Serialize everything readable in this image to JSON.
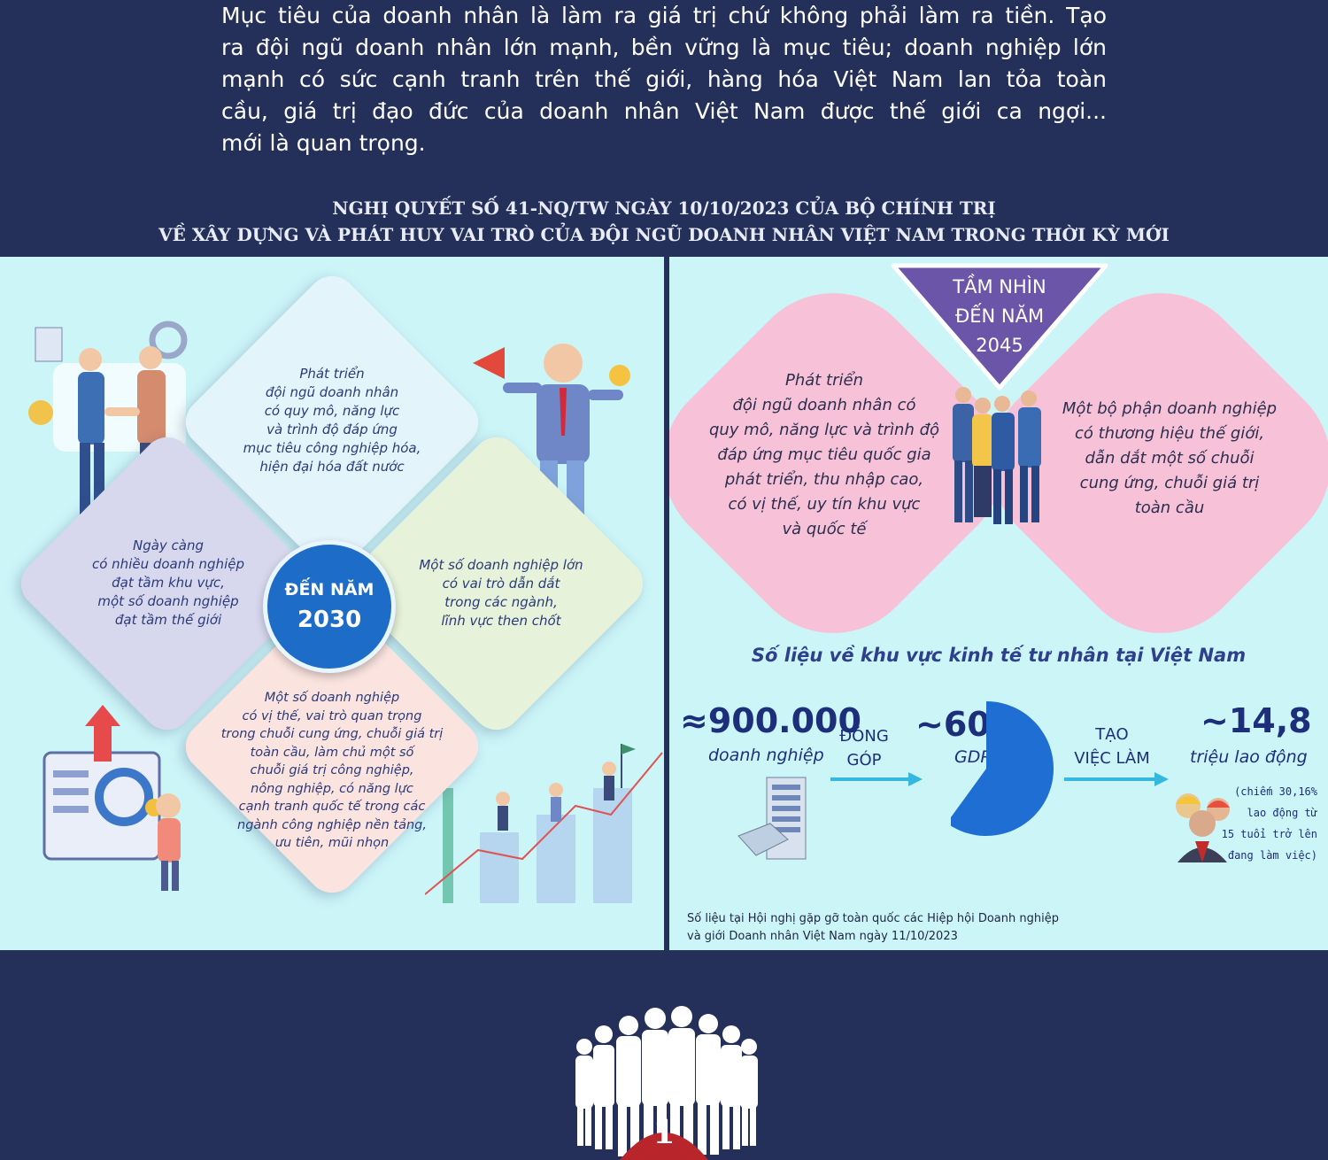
{
  "intro": {
    "lines": [
      "Mục tiêu của doanh nhân là làm ra giá trị chứ không phải làm ra tiền. Tạo",
      "ra đội ngũ doanh nhân lớn mạnh, bền vững là mục tiêu; doanh nghiệp lớn",
      "mạnh có sức cạnh tranh trên thế giới, hàng hóa Việt Nam lan tỏa toàn",
      "cầu, giá trị đạo đức của doanh nhân Việt Nam được thế giới ca ngợi...",
      "mới là quan trọng."
    ]
  },
  "resolution": {
    "line1": "NGHỊ QUYẾT SỐ 41-NQ/TW NGÀY 10/10/2023 CỦA BỘ CHÍNH TRỊ",
    "line2": "VỀ XÂY DỰNG VÀ PHÁT HUY VAI TRÒ CỦA ĐỘI NGŨ DOANH NHÂN VIỆT NAM TRONG THỜI KỲ MỚI"
  },
  "goals_2030": {
    "center_line1": "ĐẾN NĂM",
    "center_line2": "2030",
    "top": [
      "Phát triển",
      "đội ngũ doanh nhân",
      "có quy mô, năng lực",
      "và trình độ đáp ứng",
      "mục tiêu công nghiệp hóa,",
      "hiện đại hóa đất nước"
    ],
    "left": [
      "Ngày càng",
      "có nhiều doanh nghiệp",
      "đạt tầm khu vực,",
      "một số doanh nghiệp",
      "đạt tầm thế giới"
    ],
    "right": [
      "Một số doanh nghiệp lớn",
      "có vai trò dẫn dắt",
      "trong các ngành,",
      "lĩnh vực then chốt"
    ],
    "bottom": [
      "Một số doanh nghiệp",
      "có vị thế, vai trò quan trọng",
      "trong chuỗi cung ứng, chuỗi giá trị",
      "toàn cầu, làm chủ một số",
      "chuỗi giá trị công nghiệp,",
      "nông nghiệp, có năng lực",
      "cạnh tranh quốc tế trong các",
      "ngành công nghiệp nền tảng,",
      "ưu tiên, mũi nhọn"
    ]
  },
  "vision_2045": {
    "title": [
      "TẦM NHÌN",
      "ĐẾN NĂM",
      "2045"
    ],
    "left": [
      "Phát triển",
      "đội ngũ doanh nhân có",
      "quy mô, năng lực và trình độ",
      "đáp ứng mục tiêu quốc gia",
      "phát triển, thu nhập cao,",
      "có vị thế, uy tín khu vực",
      "và quốc tế"
    ],
    "right": [
      "Một bộ phận doanh nghiệp",
      "có thương hiệu thế giới,",
      "dẫn dắt một số chuỗi",
      "cung ứng, chuỗi giá trị",
      "toàn cầu"
    ]
  },
  "stats": {
    "title": "Số liệu về khu vực kinh tế tư nhân tại Việt Nam",
    "enterprises_value": "≈900.000",
    "enterprises_label": "doanh nghiệp",
    "contribute_label": [
      "ĐÓNG",
      "GÓP"
    ],
    "gdp_value": "~60",
    "gdp_unit": "%",
    "gdp_label": "GDP",
    "gdp_share": 0.6,
    "jobs_label": [
      "TẠO",
      "VIỆC LÀM"
    ],
    "workers_value": "~14,8",
    "workers_label": "triệu lao động",
    "workers_note": [
      "(chiếm 30,16%",
      "lao động từ",
      "15 tuổi trở lên",
      "đang làm việc)"
    ],
    "source": [
      "Số liệu tại Hội nghị gặp gỡ toàn quốc các Hiệp hội Doanh nghiệp",
      "và giới Doanh nhân Việt Nam ngày 11/10/2023"
    ]
  },
  "footer": {
    "page_number": "1"
  },
  "colors": {
    "navy": "#25305a",
    "panel": "#ccf5f8",
    "accent_blue": "#1c6cc8",
    "pink": "#f7c1d8",
    "purple": "#6b55a6",
    "page_badge": "#b8262c"
  }
}
